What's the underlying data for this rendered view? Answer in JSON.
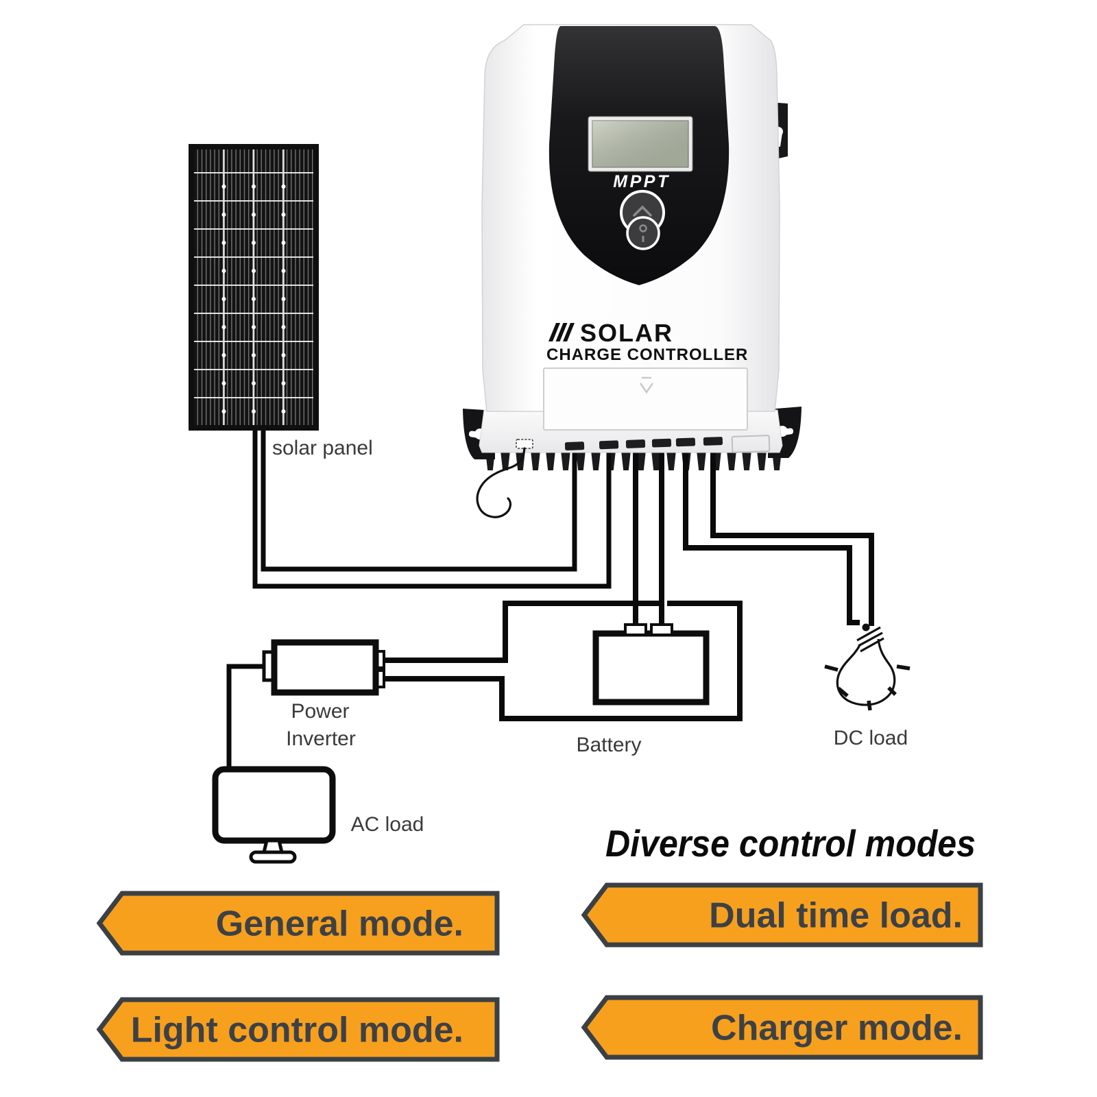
{
  "controller": {
    "mppt_label": "MPPT",
    "brand_line1": "SOLAR",
    "brand_line2": "CHARGE CONTROLLER"
  },
  "labels": {
    "solar_panel": "solar panel",
    "power_inverter_line1": "Power",
    "power_inverter_line2": "Inverter",
    "battery": "Battery",
    "dc_load": "DC load",
    "ac_load": "AC load"
  },
  "modes_section": {
    "heading": "Diverse control modes",
    "banners": [
      {
        "label": "General mode."
      },
      {
        "label": "Dual time load."
      },
      {
        "label": "Light control mode."
      },
      {
        "label": "Charger mode."
      }
    ]
  },
  "icons": {
    "solar_panel": "solar-panel-icon",
    "controller": "charge-controller-device",
    "battery": "battery-icon",
    "power_inverter": "power-inverter-icon",
    "dc_load": "light-bulb-icon",
    "ac_load": "monitor-icon",
    "banner_shape": "left-arrow-banner"
  },
  "colors": {
    "banner_fill": "#F7A01E",
    "banner_border": "#3B4045",
    "banner_text": "#3D4146",
    "wire": "#0A0A0A",
    "label_text": "#3A3A3A",
    "lcd_screen": "#B7BFAC",
    "device_panel": "#151517",
    "heading_text": "#0B0B0B"
  }
}
